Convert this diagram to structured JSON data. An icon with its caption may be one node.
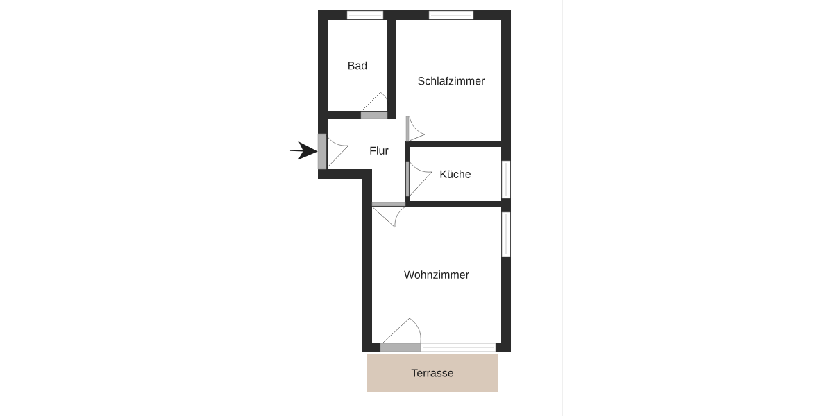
{
  "diagram": {
    "nodes": [
      {
        "text": [
          "Bad"
        ]
      },
      {
        "text": [
          "Schlafzimmer"
        ]
      },
      {
        "text": [
          "Flur"
        ]
      },
      {
        "text": [
          "Küche"
        ]
      },
      {
        "text": [
          "Wohnzimmer"
        ]
      },
      {
        "text": [
          "Terrasse"
        ]
      },
      {
        "text": [],
        "shape": "door"
      }
    ],
    "edges": [
      {
        "from": null,
        "to": 6,
        "arrow": "to"
      }
    ]
  }
}
